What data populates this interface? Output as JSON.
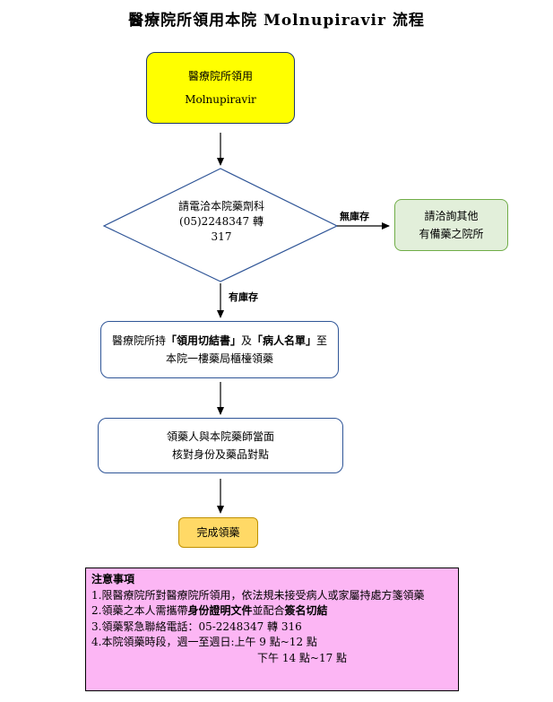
{
  "title": "醫療院所領用本院 Molnupiravir 流程",
  "flow": {
    "start": {
      "line1": "醫療院所領用",
      "line2": "Molnupiravir"
    },
    "decision": {
      "line1": "請電洽本院藥劑科",
      "line2": "(05)2248347 轉",
      "line3": "317"
    },
    "no_stock_label": "無庫存",
    "no_stock_box": {
      "line1": "請洽詢其他",
      "line2": "有備藥之院所"
    },
    "in_stock_label": "有庫存",
    "step1": {
      "p1": "醫療院所持",
      "b1": "「領用切結書」",
      "p2": "及",
      "b2": "「病人名單」",
      "p3": "至本院一樓藥局櫃檯領藥"
    },
    "step2": {
      "line1": "領藥人與本院藥師當面",
      "line2": "核對身份及藥品對點"
    },
    "end": "完成領藥"
  },
  "notes": {
    "title": "注意事項",
    "item1": "1.限醫療院所對醫療院所領用，依法規未接受病人或家屬持處方箋領藥",
    "item2_pre": "2.領藥之本人需攜帶",
    "item2_b1": "身份證明文件",
    "item2_mid": "並配合",
    "item2_b2": "簽名切結",
    "item3": "3.領藥緊急聯絡電話：05-2248347 轉 316",
    "item4_line1": "4.本院領藥時段，週一至週日:上午 9 點~12 點",
    "item4_line2": "下午 14 點~17 點"
  },
  "colors": {
    "start_fill": "#ffff00",
    "side_fill": "#e2efda",
    "end_fill": "#ffd966",
    "notes_fill": "#fcb6f4",
    "border_blue": "#2f5597"
  }
}
